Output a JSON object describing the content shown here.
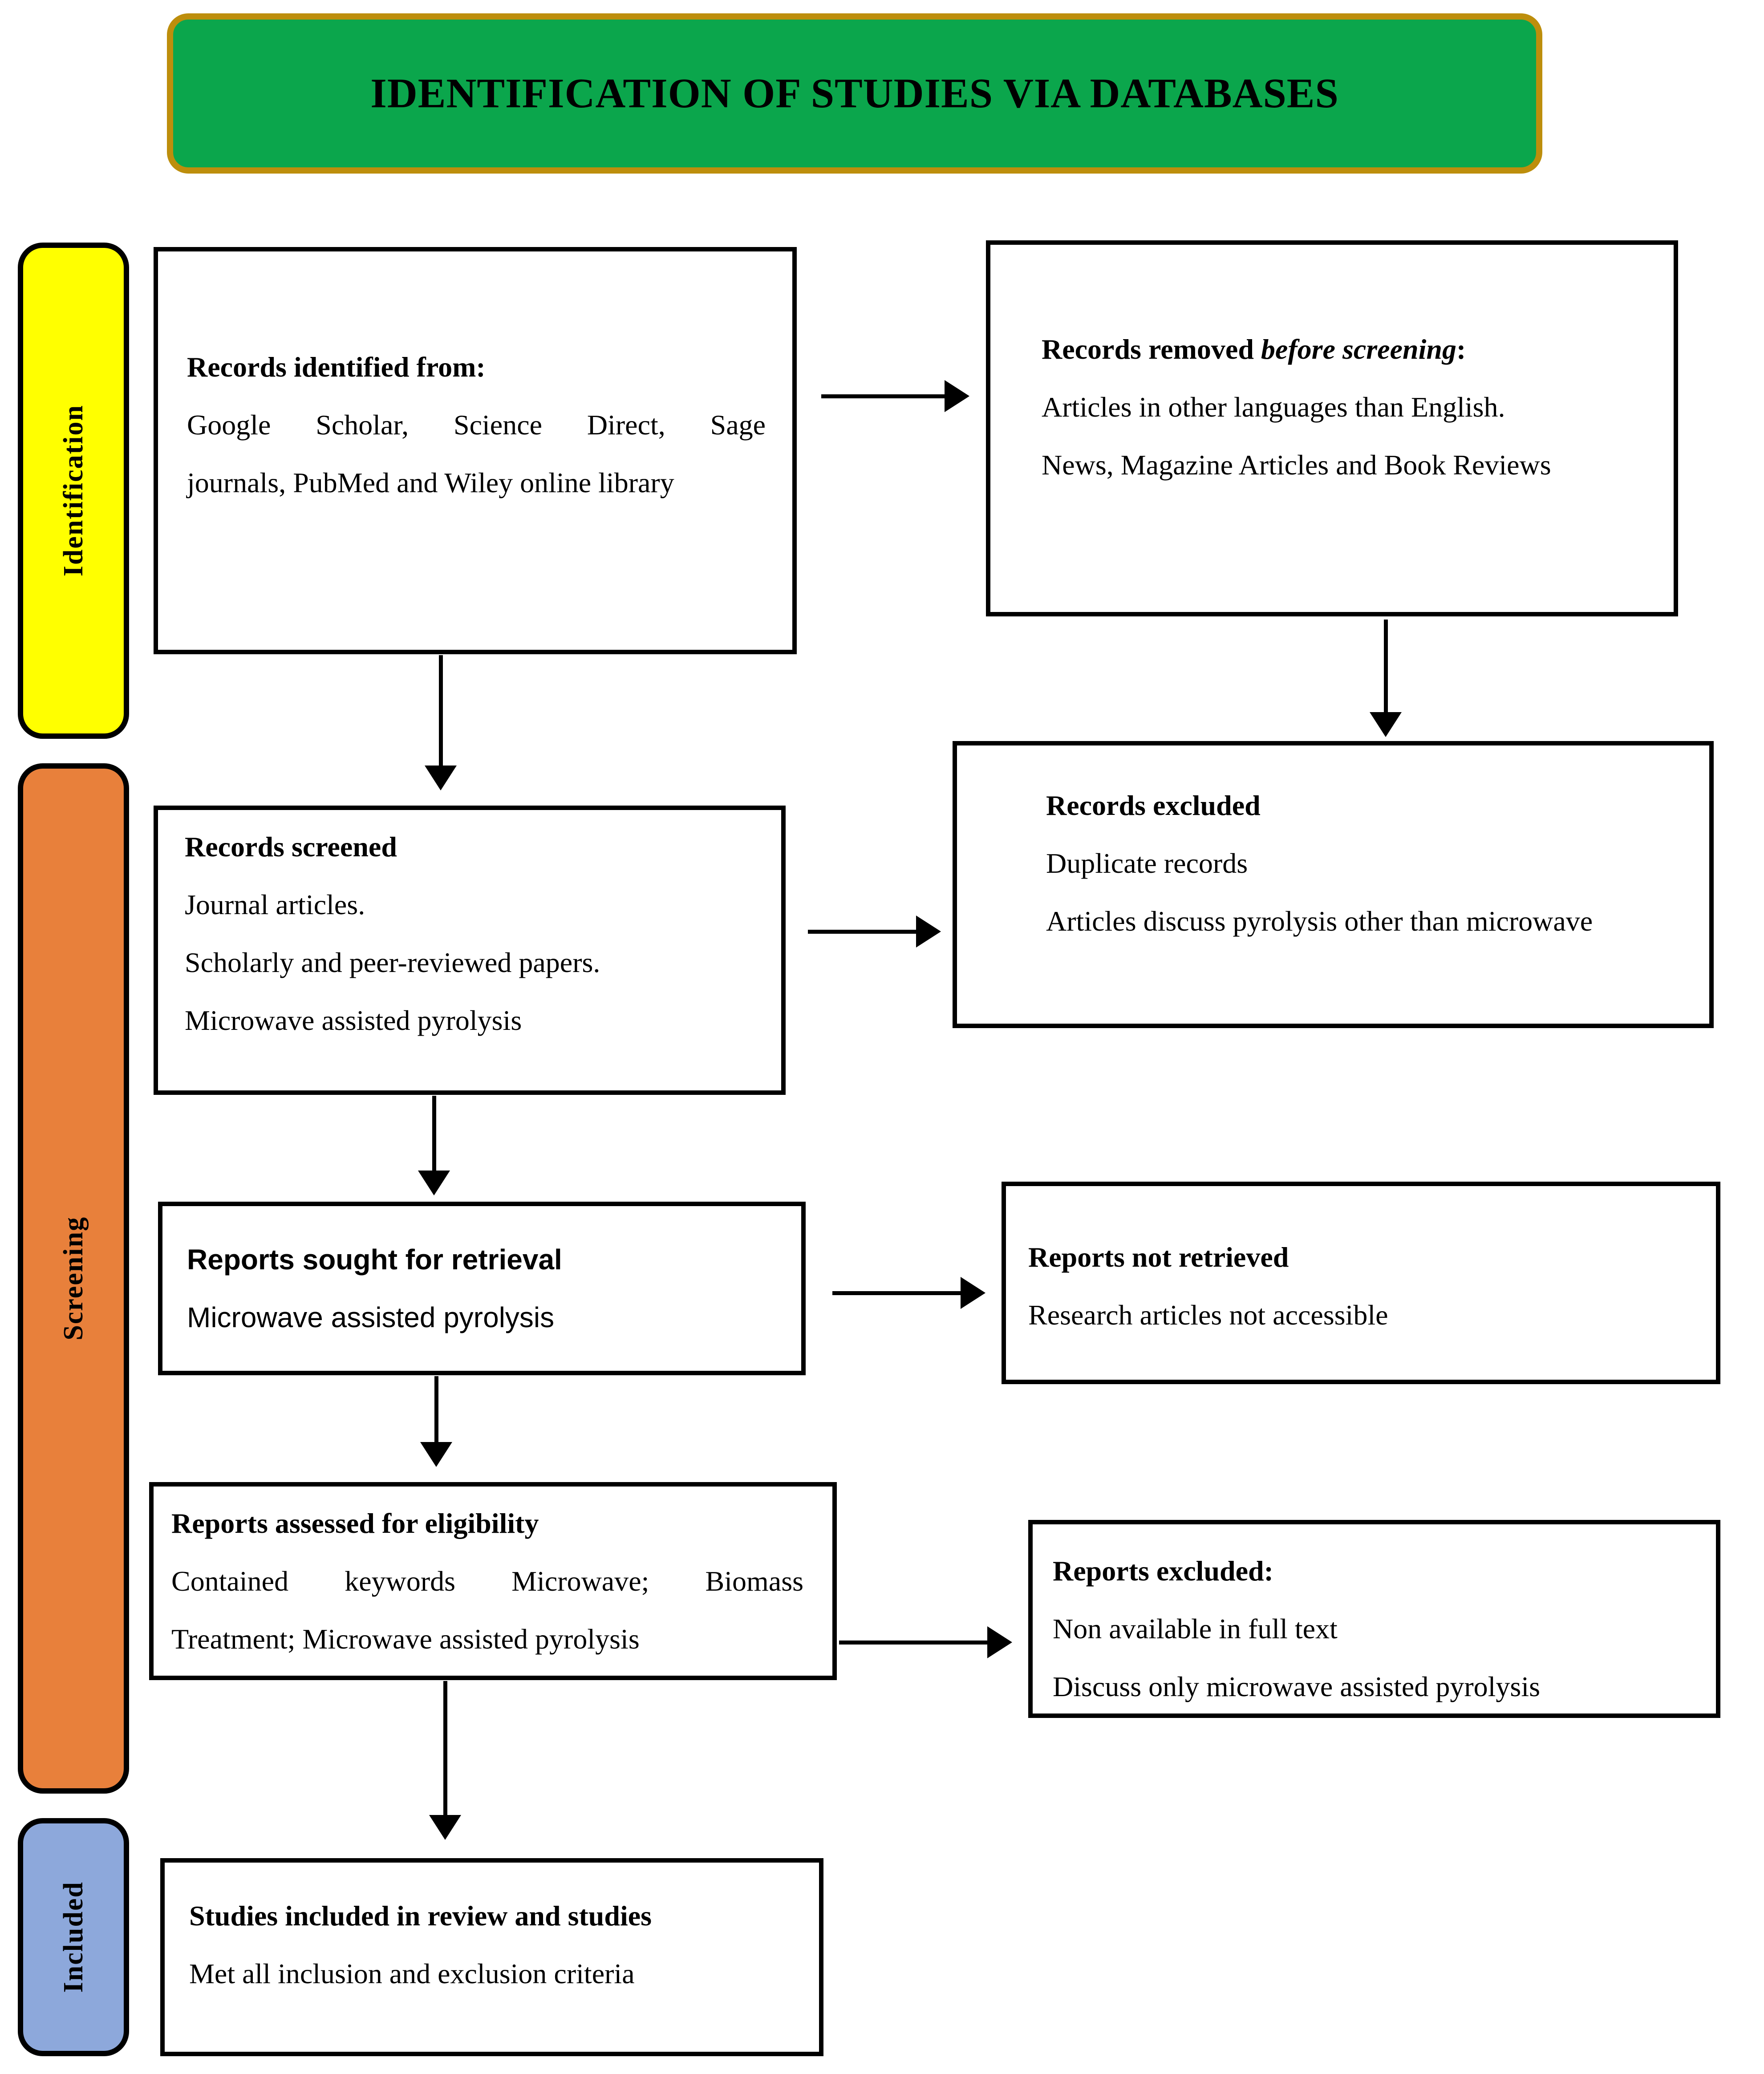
{
  "header": {
    "title": "IDENTIFICATION OF STUDIES VIA DATABASES"
  },
  "colors": {
    "header_green": "#0ba64c",
    "header_border": "#bd8e0c",
    "identification_yellow": "#ffff00",
    "screening_orange": "#e8803b",
    "included_blue": "#8da8db",
    "box_border": "#000000",
    "arrow": "#000000"
  },
  "sidebars": {
    "identification": {
      "label": "Identification"
    },
    "screening": {
      "label": "Screening"
    },
    "included": {
      "label": "Included"
    }
  },
  "boxes": {
    "records_identified": {
      "title": "Records identified from:",
      "lines": [
        "Google Scholar, Science Direct, Sage",
        "journals, PubMed and Wiley online library"
      ]
    },
    "records_removed": {
      "title_prefix": "Records removed ",
      "title_italic": "before screening",
      "title_suffix": ":",
      "lines": [
        "Articles in other languages than English.",
        "News, Magazine Articles and Book Reviews"
      ]
    },
    "records_screened": {
      "title": "Records screened",
      "lines": [
        "Journal articles.",
        "Scholarly and peer-reviewed papers.",
        "Microwave assisted pyrolysis"
      ]
    },
    "records_excluded": {
      "title": "Records excluded",
      "lines": [
        "Duplicate records",
        "Articles discuss pyrolysis other than microwave"
      ]
    },
    "reports_sought": {
      "title": "Reports sought for retrieval",
      "lines": [
        "Microwave assisted pyrolysis"
      ]
    },
    "reports_not_retrieved": {
      "title": "Reports not retrieved",
      "lines": [
        "Research articles not accessible"
      ]
    },
    "reports_assessed": {
      "title": "Reports assessed for eligibility",
      "lines": [
        "Contained keywords Microwave; Biomass",
        "Treatment; Microwave assisted pyrolysis"
      ]
    },
    "reports_excluded": {
      "title": "Reports excluded:",
      "lines": [
        "Non available in full text",
        "Discuss only microwave assisted pyrolysis"
      ]
    },
    "studies_included": {
      "title": "Studies included in review and studies",
      "lines": [
        "Met all inclusion and exclusion criteria"
      ]
    }
  }
}
